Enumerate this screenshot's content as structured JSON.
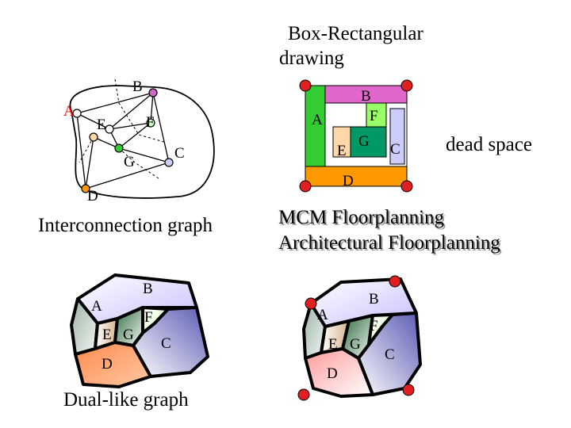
{
  "title_line1": "Box-Rectangular",
  "title_line2": "drawing",
  "dead_space_label": "dead space",
  "interconnection": {
    "caption": "Interconnection graph",
    "nodes": {
      "A": "A",
      "B": "B",
      "E": "E",
      "F": "F",
      "G": "G",
      "C": "C",
      "D": "D"
    }
  },
  "box_drawing": {
    "blocks": {
      "A": "A",
      "B": "B",
      "F": "F",
      "E": "E",
      "G": "G",
      "C": "C",
      "D": "D"
    },
    "colors": {
      "A": "#33cc33",
      "B": "#e066cc",
      "F": "#99ff66",
      "E": "#ffd8a8",
      "G": "#009966",
      "C": "#ccccff",
      "D": "#ff9900",
      "corner": "#e02020"
    }
  },
  "floorplanning": {
    "line1": "MCM Floorplanning",
    "line2": "Architectural Floorplanning"
  },
  "dual_left": {
    "caption": "Dual-like graph",
    "labels": {
      "A": "A",
      "B": "B",
      "E": "E",
      "F": "F",
      "G": "G",
      "C": "C",
      "D": "D"
    }
  },
  "dual_right": {
    "labels": {
      "A": "A",
      "B": "B",
      "E": "E",
      "F": "F",
      "G": "G",
      "C": "C",
      "D": "D"
    }
  }
}
